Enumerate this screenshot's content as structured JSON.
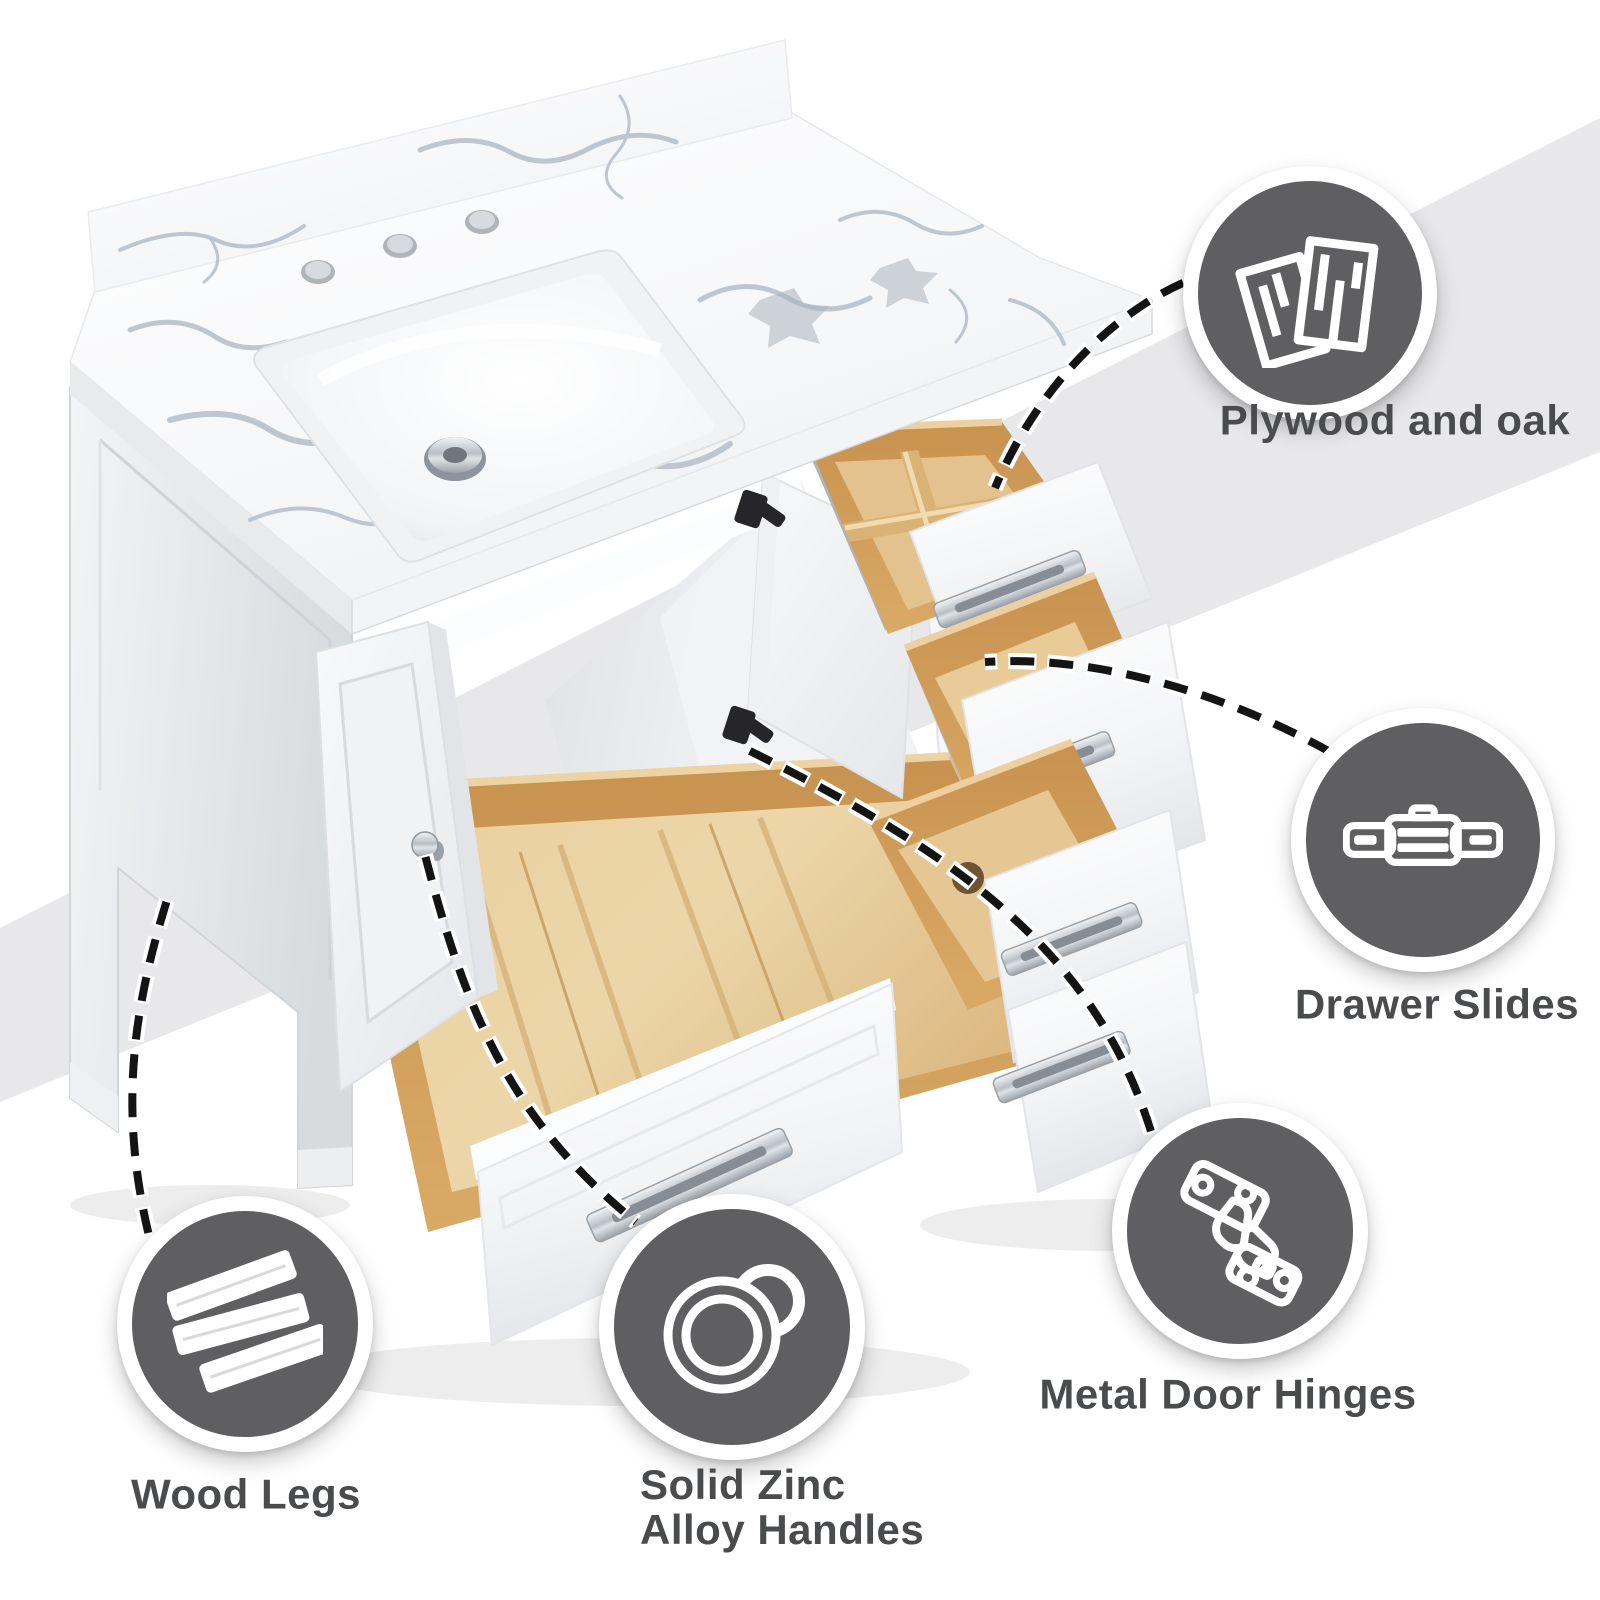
{
  "page": {
    "type": "product-feature-infographic",
    "subject": "white bathroom vanity with marble top, open doors and drawers"
  },
  "colors": {
    "circle": "#5f5f61",
    "labeltext": "#4a4b4d",
    "band": "#e8e8ea",
    "dash": "#141414",
    "wood_light": "#ecd3a4",
    "wood_mid": "#d9ab69",
    "wood_dark": "#c08a4e",
    "chrome": "#c9ced3",
    "marble_vein": "#b4bec8",
    "cabinet_white": "#fafbfc"
  },
  "callouts": [
    {
      "id": "plywood",
      "icon": "plywood-sheets-icon",
      "lines": [
        "Plywood and oak"
      ]
    },
    {
      "id": "drawer-slides",
      "icon": "drawer-slide-icon",
      "lines": [
        "Drawer Slides"
      ]
    },
    {
      "id": "door-hinges",
      "icon": "cabinet-hinge-icon",
      "lines": [
        "Metal Door Hinges"
      ]
    },
    {
      "id": "handles",
      "icon": "round-handle-icon",
      "lines": [
        "Solid Zinc",
        "Alloy Handles"
      ]
    },
    {
      "id": "wood-legs",
      "icon": "wood-planks-icon",
      "lines": [
        "Wood Legs"
      ]
    }
  ],
  "scene": {
    "parts": [
      "marble-countertop-with-backsplash",
      "undermount-sink-with-three-faucet-holes",
      "chrome-pop-up-drain",
      "open-double-doors-with-black-hinges",
      "chrome-door-knob",
      "right-drawer-bank-with-divided-top-drawer",
      "pulled-out-bottom-drawer-wood-interior",
      "white-frame-legs"
    ]
  }
}
